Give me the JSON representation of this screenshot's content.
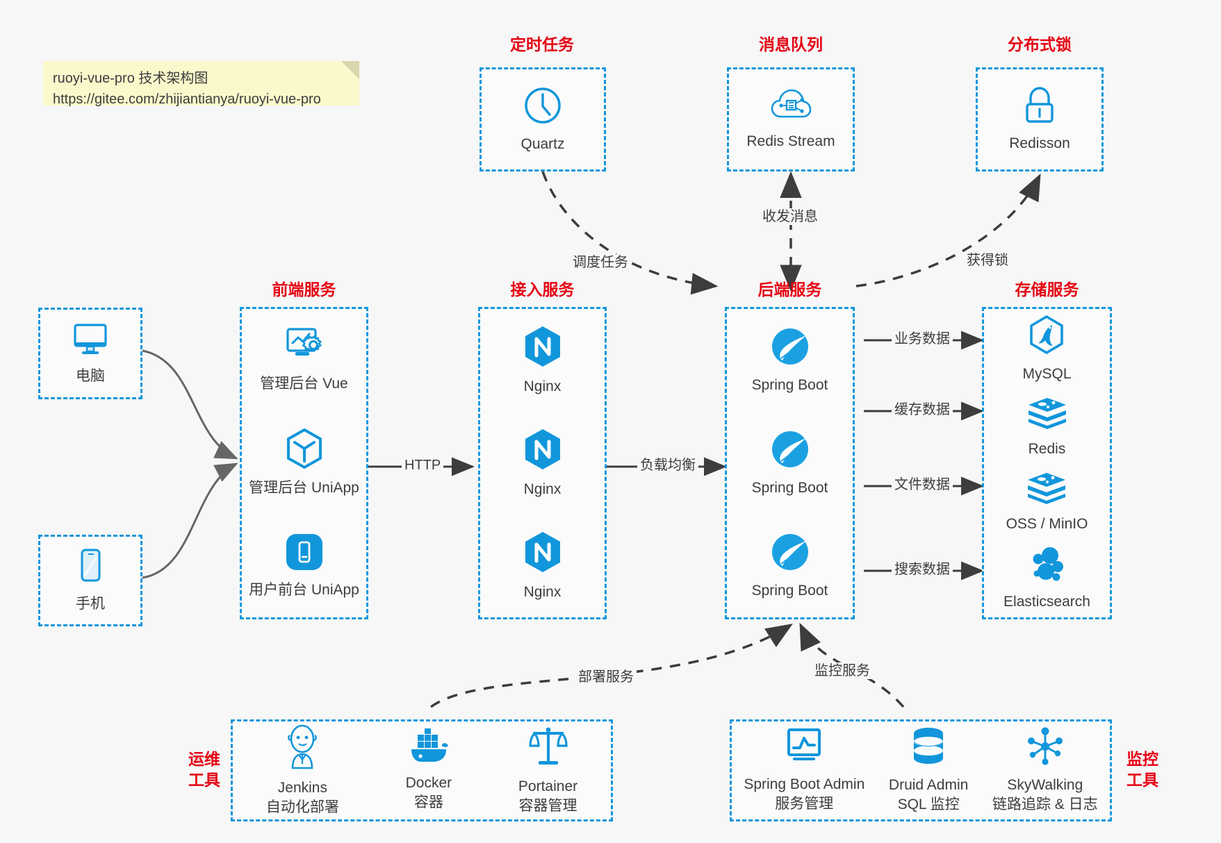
{
  "note": {
    "line1": "ruoyi-vue-pro 技术架构图",
    "line2": "https://gitee.com/zhijiantianya/ruoyi-vue-pro"
  },
  "colors": {
    "accent": "#1296db",
    "title": "#e60012",
    "text": "#3d3d3d",
    "background": "#f7f7f7",
    "note": "#fbf8cc",
    "edge": "#3d3d3d"
  },
  "groups": {
    "scheduler": {
      "title": "定时任务",
      "nodes": [
        {
          "label": "Quartz",
          "icon": "clock-icon"
        }
      ]
    },
    "mq": {
      "title": "消息队列",
      "nodes": [
        {
          "label": "Redis Stream",
          "icon": "cloud-network-icon"
        }
      ]
    },
    "lock": {
      "title": "分布式锁",
      "nodes": [
        {
          "label": "Redisson",
          "icon": "lock-icon"
        }
      ]
    },
    "clients": {
      "nodes": [
        {
          "label": "电脑",
          "icon": "desktop-icon"
        },
        {
          "label": "手机",
          "icon": "phone-icon"
        }
      ]
    },
    "frontend": {
      "title": "前端服务",
      "nodes": [
        {
          "label": "管理后台 Vue",
          "icon": "dashboard-gear-icon"
        },
        {
          "label": "管理后台 UniApp",
          "icon": "cube-icon"
        },
        {
          "label": "用户前台 UniApp",
          "icon": "mobile-app-icon"
        }
      ]
    },
    "gateway": {
      "title": "接入服务",
      "nodes": [
        {
          "label": "Nginx",
          "icon": "nginx-icon"
        },
        {
          "label": "Nginx",
          "icon": "nginx-icon"
        },
        {
          "label": "Nginx",
          "icon": "nginx-icon"
        }
      ]
    },
    "backend": {
      "title": "后端服务",
      "nodes": [
        {
          "label": "Spring Boot",
          "icon": "spring-boot-icon"
        },
        {
          "label": "Spring Boot",
          "icon": "spring-boot-icon"
        },
        {
          "label": "Spring Boot",
          "icon": "spring-boot-icon"
        }
      ]
    },
    "storage": {
      "title": "存储服务",
      "nodes": [
        {
          "label": "MySQL",
          "icon": "mysql-icon"
        },
        {
          "label": "Redis",
          "icon": "redis-icon"
        },
        {
          "label": "OSS / MinIO",
          "icon": "minio-icon"
        },
        {
          "label": "Elasticsearch",
          "icon": "elasticsearch-icon"
        }
      ]
    },
    "devops": {
      "title_line1": "运维",
      "title_line2": "工具",
      "nodes": [
        {
          "label": "Jenkins",
          "sub": "自动化部署",
          "icon": "jenkins-icon"
        },
        {
          "label": "Docker",
          "sub": "容器",
          "icon": "docker-icon"
        },
        {
          "label": "Portainer",
          "sub": "容器管理",
          "icon": "scales-icon"
        }
      ]
    },
    "monitor": {
      "title_line1": "监控",
      "title_line2": "工具",
      "nodes": [
        {
          "label": "Spring Boot Admin",
          "sub": "服务管理",
          "icon": "monitor-chart-icon"
        },
        {
          "label": "Druid Admin",
          "sub": "SQL 监控",
          "icon": "database-icon"
        },
        {
          "label": "SkyWalking",
          "sub": "链路追踪 & 日志",
          "icon": "skywalking-icon"
        }
      ]
    }
  },
  "edges": [
    {
      "id": "schedule-task",
      "label": "调度任务"
    },
    {
      "id": "send-receive-message",
      "label": "收发消息"
    },
    {
      "id": "acquire-lock",
      "label": "获得锁"
    },
    {
      "id": "http",
      "label": "HTTP"
    },
    {
      "id": "load-balance",
      "label": "负载均衡"
    },
    {
      "id": "business-data",
      "label": "业务数据"
    },
    {
      "id": "cache-data",
      "label": "缓存数据"
    },
    {
      "id": "file-data",
      "label": "文件数据"
    },
    {
      "id": "search-data",
      "label": "搜索数据"
    },
    {
      "id": "deploy-service",
      "label": "部署服务"
    },
    {
      "id": "monitor-service",
      "label": "监控服务"
    }
  ]
}
